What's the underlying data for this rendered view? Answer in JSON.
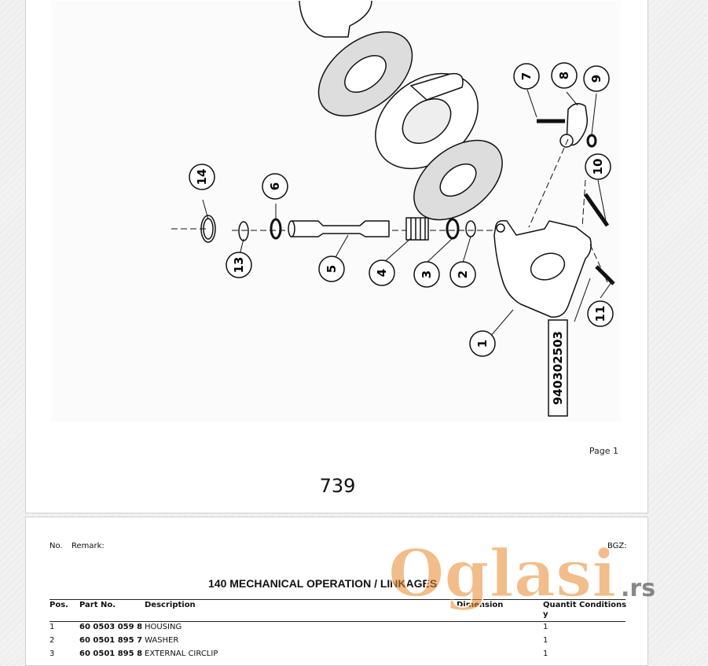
{
  "diagram": {
    "callouts": [
      "1",
      "2",
      "3",
      "4",
      "5",
      "6",
      "7",
      "8",
      "9",
      "10",
      "11",
      "13",
      "14"
    ],
    "drawing_number": "940302503"
  },
  "page_label": "Page 1",
  "page_number": "739",
  "header": {
    "no_label": "No.",
    "remark_label": "Remark:",
    "bgz_label": "BGZ:"
  },
  "section_title": "140 MECHANICAL OPERATION / LINKAGES",
  "table": {
    "columns": [
      "Pos.",
      "Part No.",
      "Description",
      "Dimension",
      "Quantit",
      "y",
      "Conditions"
    ],
    "rows": [
      {
        "pos": "1",
        "part_no": "60 0503 059 8",
        "description": "HOUSING",
        "qty": "1"
      },
      {
        "pos": "2",
        "part_no": "60 0501 895 7",
        "description": "WASHER",
        "qty": "1"
      },
      {
        "pos": "3",
        "part_no": "60 0501 895 8",
        "description": "EXTERNAL CIRCLIP",
        "qty": "1"
      }
    ]
  },
  "watermark": {
    "text": "Oglasi",
    "suffix": ".rs",
    "color": "#e8862a"
  }
}
